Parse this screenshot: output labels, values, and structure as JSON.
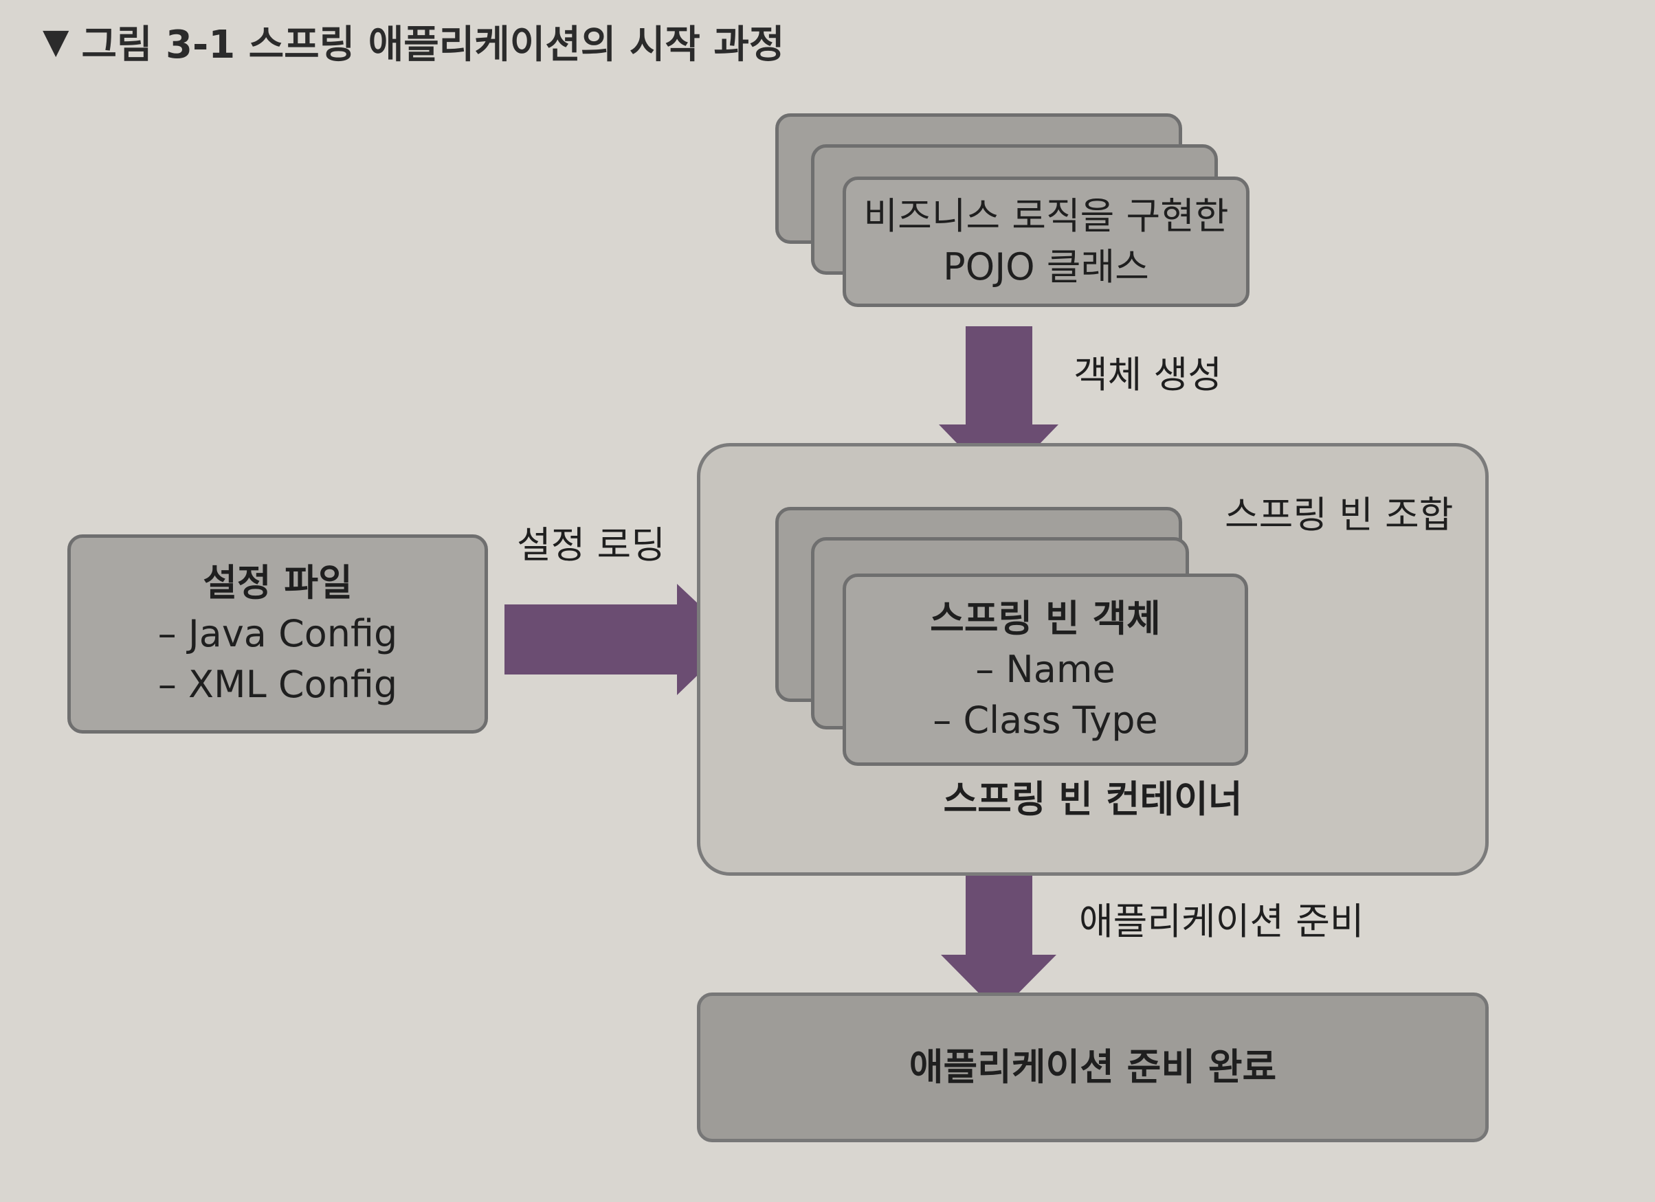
{
  "figure": {
    "caption_marker": "▼",
    "caption": "그림 3-1 스프링 애플리케이션의 시작 과정"
  },
  "nodes": {
    "pojo": {
      "title": "비즈니스 로직을 구현한",
      "subtitle": "POJO 클래스"
    },
    "config": {
      "title": "설정 파일",
      "items": [
        "– Java Config",
        "– XML Config"
      ]
    },
    "bean": {
      "title": "스프링 빈 객체",
      "items": [
        "– Name",
        "– Class Type"
      ]
    },
    "container": {
      "label": "스프링 빈 컨테이너",
      "group_label": "스프링 빈 조합"
    },
    "done": {
      "label": "애플리케이션 준비 완료"
    }
  },
  "edges": {
    "create": "객체 생성",
    "load": "설정 로딩",
    "ready": "애플리케이션 준비"
  },
  "colors": {
    "arrow": "#6b4d72",
    "box": "#a9a7a3",
    "border": "#6f6f6f",
    "container": "#c7c4be",
    "paper": "#d9d6d0"
  }
}
